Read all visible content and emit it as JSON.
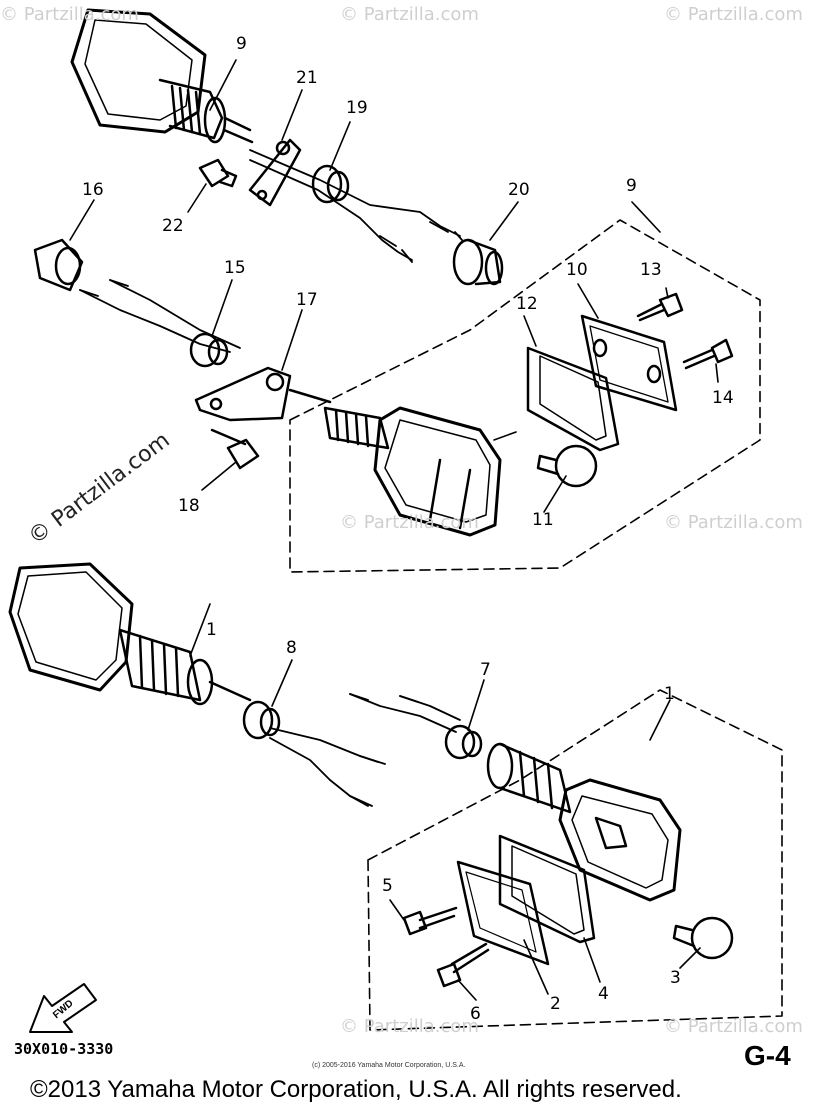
{
  "watermarks": {
    "brand": "© Partzilla.com",
    "small": "© Partzilla.com"
  },
  "callouts": [
    {
      "id": "c1a",
      "label": "1"
    },
    {
      "id": "c1b",
      "label": "1"
    },
    {
      "id": "c2",
      "label": "2"
    },
    {
      "id": "c3",
      "label": "3"
    },
    {
      "id": "c4",
      "label": "4"
    },
    {
      "id": "c5",
      "label": "5"
    },
    {
      "id": "c6",
      "label": "6"
    },
    {
      "id": "c7",
      "label": "7"
    },
    {
      "id": "c8",
      "label": "8"
    },
    {
      "id": "c9a",
      "label": "9"
    },
    {
      "id": "c9b",
      "label": "9"
    },
    {
      "id": "c10",
      "label": "10"
    },
    {
      "id": "c11",
      "label": "11"
    },
    {
      "id": "c12",
      "label": "12"
    },
    {
      "id": "c13",
      "label": "13"
    },
    {
      "id": "c14",
      "label": "14"
    },
    {
      "id": "c15",
      "label": "15"
    },
    {
      "id": "c16",
      "label": "16"
    },
    {
      "id": "c17",
      "label": "17"
    },
    {
      "id": "c18",
      "label": "18"
    },
    {
      "id": "c19",
      "label": "19"
    },
    {
      "id": "c20",
      "label": "20"
    },
    {
      "id": "c21",
      "label": "21"
    },
    {
      "id": "c22",
      "label": "22"
    }
  ],
  "fwd_label": "FWD",
  "drawing_number": "30X010-3330",
  "page_id": "G-4",
  "small_copyright": "(c) 2005-2016 Yamaha Motor Corporation, U.S.A.",
  "copyright": "©2013 Yamaha Motor Corporation, U.S.A. All rights reserved."
}
